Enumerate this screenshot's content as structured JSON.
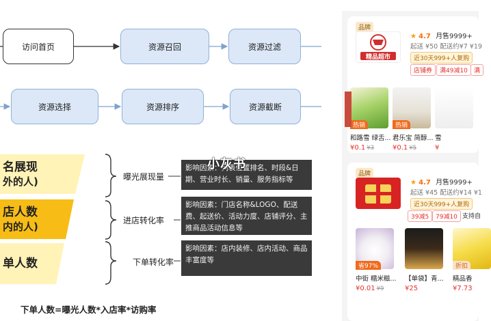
{
  "flow": {
    "nodes": [
      {
        "label": "访问首页"
      },
      {
        "label": "资源召回"
      },
      {
        "label": "资源过滤"
      },
      {
        "label": "资源选择"
      },
      {
        "label": "资源排序"
      },
      {
        "label": "资源截断"
      }
    ]
  },
  "funnel": [
    {
      "main": "名展现",
      "sub": "外的人)"
    },
    {
      "main": "店人数",
      "sub": "内的人)"
    },
    {
      "main": "单人数",
      "sub": ""
    }
  ],
  "stages": [
    {
      "label": "曝光展现量",
      "factors": "影响因素：列表位置排名、时段&日期、营业时长、销量、服务指标等"
    },
    {
      "label": "进店转化率",
      "factors": "影响因素：门店名称&LOGO、配送费、起送价、活动力度、店铺评分、主推商品活动信息等"
    },
    {
      "label": "下单转化率",
      "factors": "影响因素：店内装修、店内活动、商品丰富度等"
    }
  ],
  "formula": "下单人数=曝光人数*入店率*访购率",
  "watermark": "小灰书",
  "app": {
    "colors": {
      "red": "#e5322d",
      "orange": "#f06a1d",
      "gold": "#b36b00"
    },
    "store1": {
      "brand_tag": "品牌",
      "logo_text": "精品超市",
      "rating": "4.7",
      "sales": "月售9999+",
      "fees": "起送 ¥50  配送约¥7 ¥19",
      "promo": "近30天999+人复购",
      "coupon1": "店铺券",
      "coupon2": "满49减10",
      "coupon3": "满",
      "products": [
        {
          "tag": "热销",
          "name": "和路雪 绿舌...",
          "price": "¥0.1",
          "orig": "¥3"
        },
        {
          "tag": "热销",
          "name": "君乐宝 简醇...",
          "price": "¥0.1",
          "orig": "¥5"
        },
        {
          "tag": "",
          "name": "雪",
          "price": "¥",
          "orig": ""
        }
      ]
    },
    "store2": {
      "brand_tag": "品牌",
      "rating": "4.7",
      "sales": "月售9999+",
      "fees": "起送 ¥45  配送约¥14 ¥1",
      "promo": "近30天999+人复购",
      "coupon1": "39减5",
      "coupon2": "79减10",
      "coupon3": "支持自",
      "products": [
        {
          "tag": "省97%",
          "name": "中街 糯米糍...",
          "price": "¥0.01",
          "orig": "¥9"
        },
        {
          "tag": "",
          "name": "【单袋】青...",
          "price": "¥25",
          "orig": ""
        },
        {
          "tag": "折扣",
          "name": "精品香",
          "price": "¥7.73",
          "orig": ""
        }
      ]
    }
  }
}
